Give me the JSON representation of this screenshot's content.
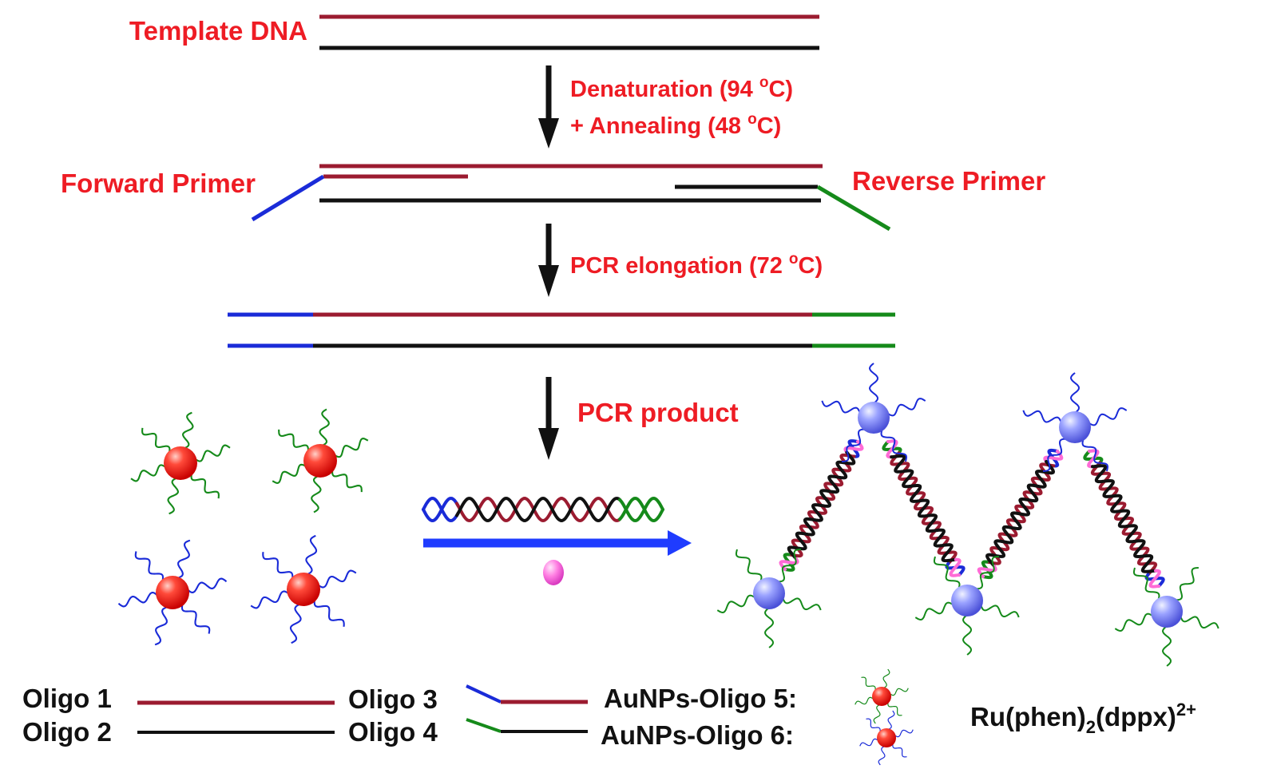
{
  "colors": {
    "accent_red": "#ee1c24",
    "oligo_maroon": "#9b1b30",
    "oligo_black": "#111111",
    "primer_blue": "#1a2bd8",
    "primer_green": "#158a1a",
    "gold_np": "#ff2a2a",
    "probe_np": "#8f95ff",
    "ru_complex": "#ff6bd6",
    "arrow_blue": "#1f3cff"
  },
  "labels": {
    "template_dna": "Template DNA",
    "step1_line1": "Denaturation (94 ",
    "step1_line1_sup": "o",
    "step1_line1_end": "C)",
    "step1_line2": "+ Annealing (48 ",
    "step1_line2_sup": "o",
    "step1_line2_end": "C)",
    "forward_primer": "Forward Primer",
    "reverse_primer": "Reverse Primer",
    "step2": "PCR elongation (72 ",
    "step2_sup": "o",
    "step2_end": "C)",
    "pcr_product": "PCR product"
  },
  "legend": {
    "oligo1": "Oligo 1",
    "oligo2": "Oligo 2",
    "oligo3": "Oligo 3",
    "oligo4": "Oligo 4",
    "aunps5": "AuNPs-Oligo 5:",
    "aunps6": "AuNPs-Oligo 6:",
    "ru_main": "Ru(phen)",
    "ru_sub": "2",
    "ru_main2": "(dppx)",
    "ru_sup": "2+"
  }
}
